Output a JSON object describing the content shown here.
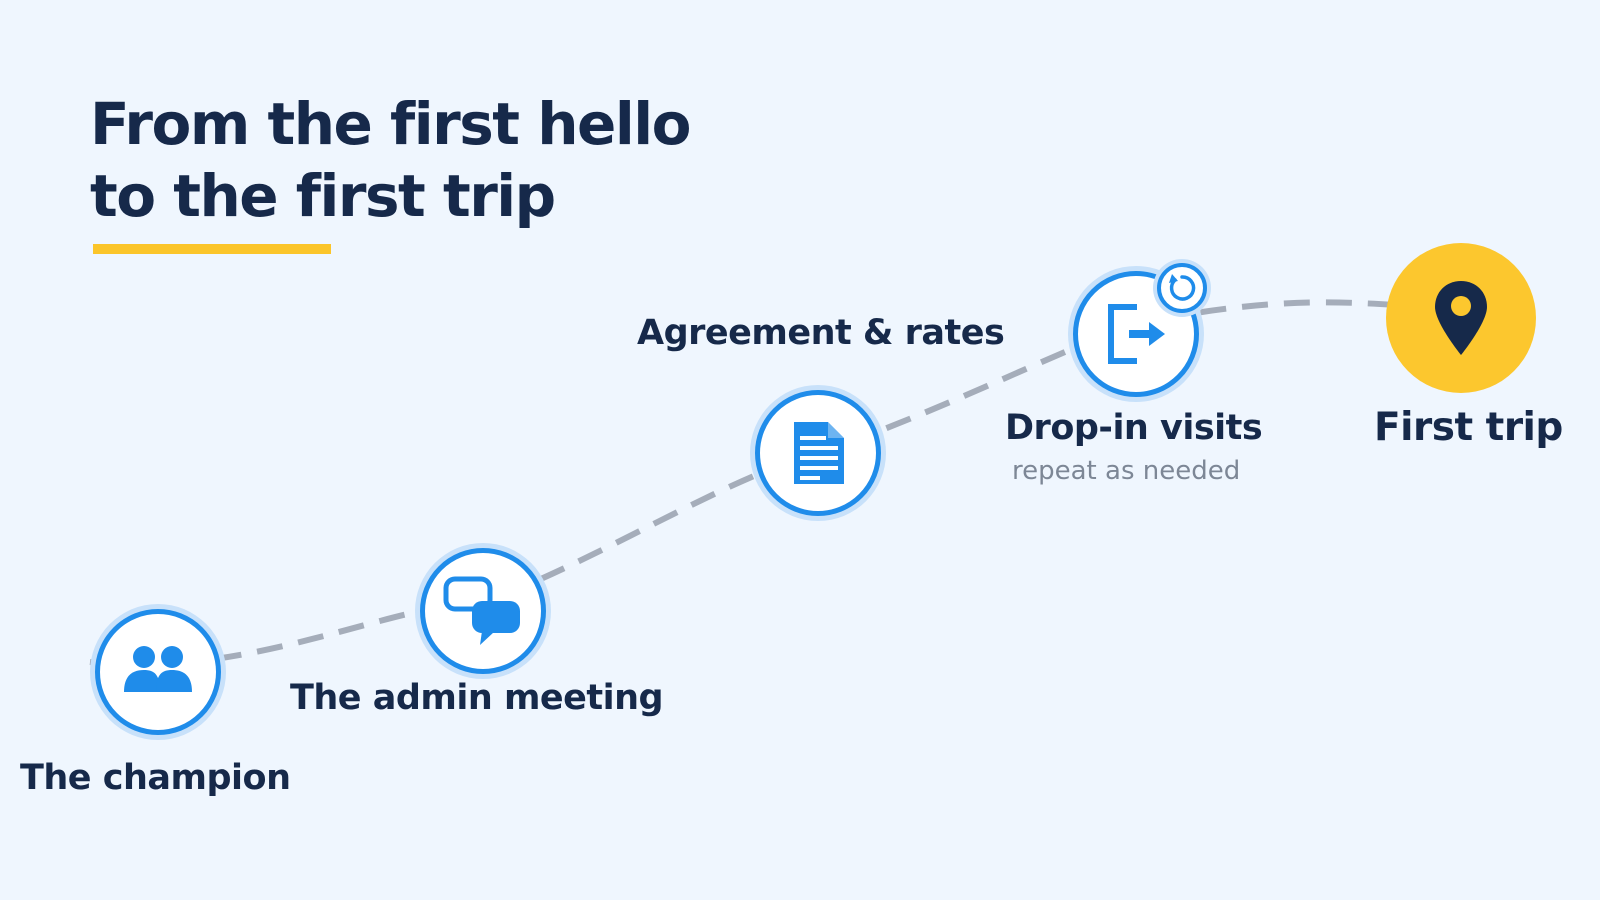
{
  "title": {
    "line1": "From the first hello",
    "line2": "to the first trip"
  },
  "colors": {
    "background": "#eff6fe",
    "navy": "#16294a",
    "accent_blue": "#1f8cea",
    "ring_light": "#c8e1fa",
    "highlight_yellow": "#fbc52a",
    "path_gray": "#a5adba",
    "subtext_gray": "#7d8796"
  },
  "steps": [
    {
      "label": "The champion",
      "icon": "people-icon"
    },
    {
      "label": "The admin meeting",
      "icon": "chat-bubbles-icon"
    },
    {
      "label": "Agreement & rates",
      "icon": "document-icon"
    },
    {
      "label": "Drop-in visits",
      "sublabel": "repeat as needed",
      "icon": "exit-arrow-icon",
      "badge_icon": "repeat-icon"
    },
    {
      "label": "First trip",
      "icon": "map-pin-icon"
    }
  ]
}
